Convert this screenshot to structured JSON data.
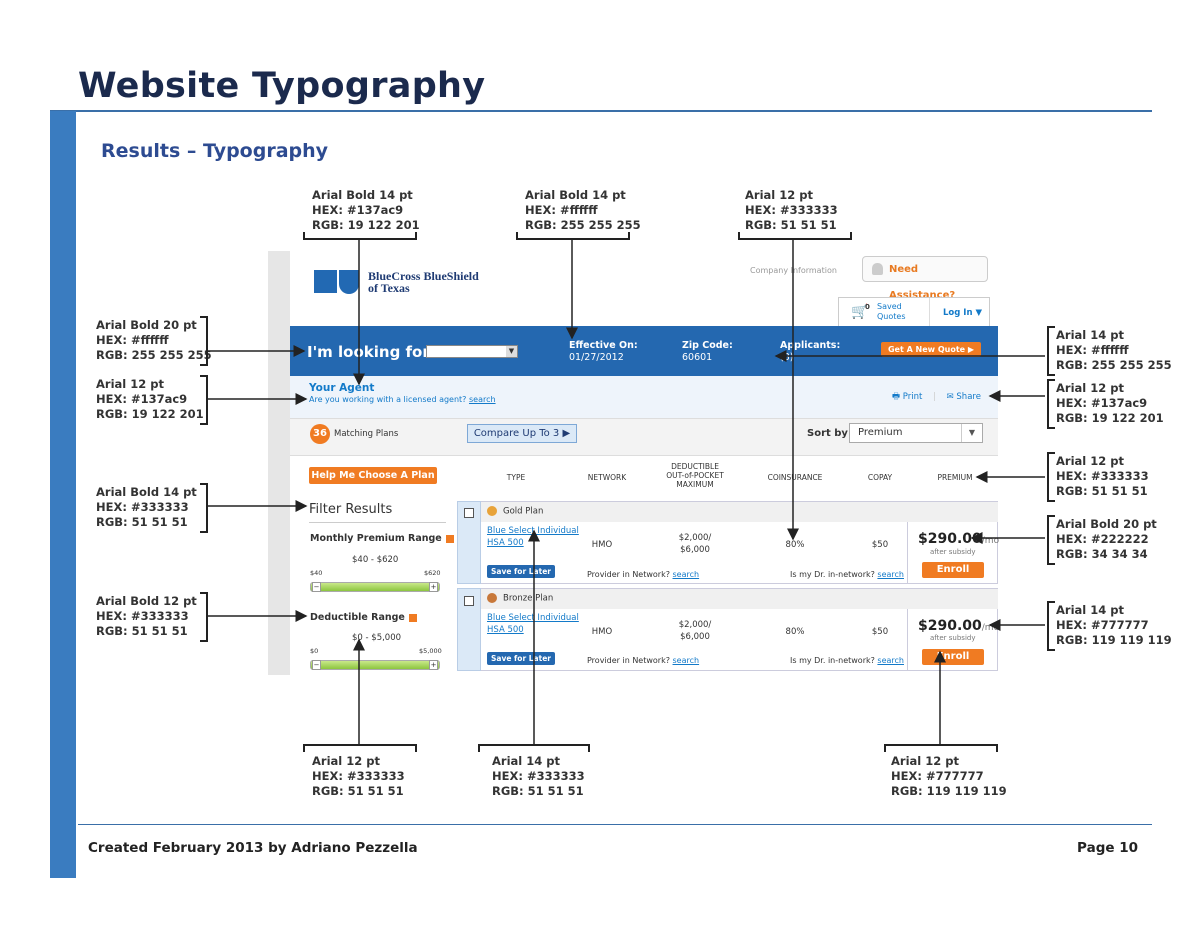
{
  "doc": {
    "title": "Website Typography",
    "section": "Results – Typography",
    "footer_left": "Created February 2013 by Adriano Pezzella",
    "footer_right": "Page 10"
  },
  "colors": {
    "brand_blue": "#2468b0",
    "link": "#137ac9",
    "orange": "#f07b22",
    "side_bar": "#3a7cc0"
  },
  "annotations": [
    {
      "id": "top1",
      "l1": "Arial Bold 14 pt",
      "l2": "HEX: #137ac9",
      "l3": "RGB: 19  122  201"
    },
    {
      "id": "top2",
      "l1": "Arial Bold 14 pt",
      "l2": "HEX: #ffffff",
      "l3": "RGB: 255  255  255"
    },
    {
      "id": "top3",
      "l1": "Arial 12 pt",
      "l2": "HEX: #333333",
      "l3": "RGB: 51  51  51"
    },
    {
      "id": "left1",
      "l1": "Arial Bold 20 pt",
      "l2": "HEX: #ffffff",
      "l3": "RGB: 255  255  255"
    },
    {
      "id": "left2",
      "l1": "Arial 12 pt",
      "l2": "HEX: #137ac9",
      "l3": "RGB: 19  122  201"
    },
    {
      "id": "left3",
      "l1": "Arial Bold 14 pt",
      "l2": "HEX: #333333",
      "l3": "RGB: 51  51  51"
    },
    {
      "id": "left4",
      "l1": "Arial Bold 12 pt",
      "l2": "HEX: #333333",
      "l3": "RGB: 51  51  51"
    },
    {
      "id": "right1",
      "l1": "Arial 14 pt",
      "l2": "HEX: #ffffff",
      "l3": "RGB: 255  255  255"
    },
    {
      "id": "right2",
      "l1": "Arial 12 pt",
      "l2": "HEX: #137ac9",
      "l3": "RGB: 19  122  201"
    },
    {
      "id": "right3",
      "l1": "Arial 12 pt",
      "l2": "HEX: #333333",
      "l3": "RGB: 51  51  51"
    },
    {
      "id": "right4",
      "l1": "Arial Bold 20 pt",
      "l2": "HEX: #222222",
      "l3": "RGB: 34  34  34"
    },
    {
      "id": "right5",
      "l1": "Arial 14 pt",
      "l2": "HEX: #777777",
      "l3": "RGB: 119  119  119"
    },
    {
      "id": "bot1",
      "l1": "Arial 12 pt",
      "l2": "HEX: #333333",
      "l3": "RGB: 51  51  51"
    },
    {
      "id": "bot2",
      "l1": "Arial 14 pt",
      "l2": "HEX: #333333",
      "l3": "RGB: 51  51  51"
    },
    {
      "id": "bot3",
      "l1": "Arial 12 pt",
      "l2": "HEX: #777777",
      "l3": "RGB: 119  119  119"
    }
  ],
  "site": {
    "logo_line1": "BlueCross BlueShield",
    "logo_line2": "of Texas",
    "company_info": "Company Information",
    "need_assistance": "Need Assistance?",
    "cart_count": "0",
    "saved_l1": "Saved",
    "saved_l2": "Quotes",
    "login": "Log In",
    "looking_for": "I'm looking for:",
    "effective_label": "Effective On:",
    "effective_value": "01/27/2012",
    "zip_label": "Zip Code:",
    "zip_value": "60601",
    "applicants_label": "Applicants:",
    "applicants_value": "(3)",
    "get_quote": "Get A New Quote",
    "agent_title": "Your Agent",
    "agent_question": "Are you working with a licensed agent?",
    "agent_link": "search",
    "print": "Print",
    "share": "Share",
    "matching_count": "36",
    "matching_label": "Matching Plans",
    "compare": "Compare Up To 3",
    "sort_by": "Sort by:",
    "sort_value": "Premium",
    "help_choose": "Help Me Choose A Plan",
    "col_type": "TYPE",
    "col_network": "NETWORK",
    "col_ded_1": "DEDUCTIBLE",
    "col_ded_2": "OUT-of-POCKET",
    "col_ded_3": "MAXIMUM",
    "col_coins": "COINSURANCE",
    "col_copay": "COPAY",
    "col_premium": "PREMIUM",
    "filter_results": "Filter Results",
    "monthly_range_title": "Monthly Premium Range",
    "monthly_range_value": "$40 - $620",
    "monthly_min": "$40",
    "monthly_max": "$620",
    "ded_range_title": "Deductible Range",
    "ded_range_value": "$0 - $5,000",
    "ded_min": "$0",
    "ded_max": "$5,000",
    "plans": [
      {
        "tier": "Gold Plan",
        "name_l1": "Blue Select Individual",
        "name_l2": "HSA 500",
        "network": "HMO",
        "ded_l1": "$2,000/",
        "ded_l2": "$6,000",
        "coins": "80%",
        "copay": "$50",
        "premium": "$290.00",
        "per": "/mo",
        "subsidy": "after subsidy",
        "enroll": "Enroll",
        "save": "Save for Later",
        "provider_q": "Provider in Network?",
        "provider_link": "search",
        "dr_q": "Is my Dr. in-network?",
        "dr_link": "search"
      },
      {
        "tier": "Bronze Plan",
        "name_l1": "Blue Select Individual",
        "name_l2": "HSA 500",
        "network": "HMO",
        "ded_l1": "$2,000/",
        "ded_l2": "$6,000",
        "coins": "80%",
        "copay": "$50",
        "premium": "$290.00",
        "per": "/mo",
        "subsidy": "after subsidy",
        "enroll": "Enroll",
        "save": "Save for Later",
        "provider_q": "Provider in Network?",
        "provider_link": "search",
        "dr_q": "Is my Dr. in-network?",
        "dr_link": "search"
      }
    ]
  }
}
